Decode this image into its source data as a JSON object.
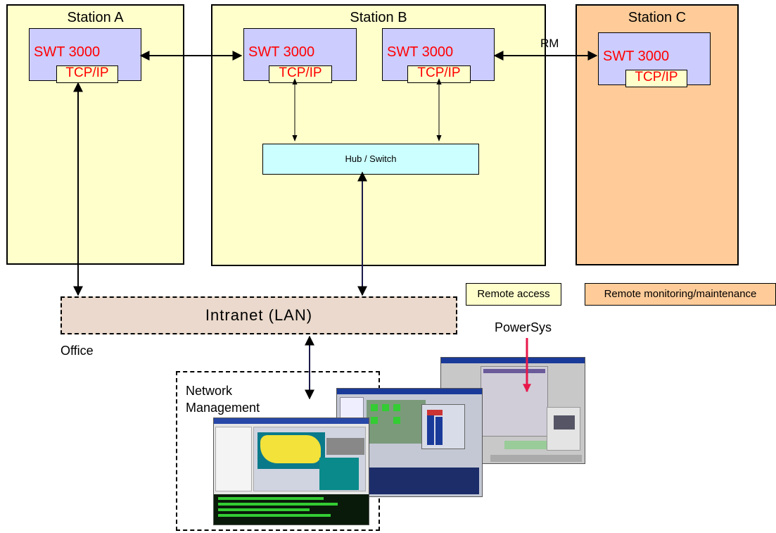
{
  "stations": [
    {
      "name": "Station A",
      "swt": [
        "SWT 3000"
      ],
      "tcp": "TCP/IP"
    },
    {
      "name": "Station B",
      "swt": [
        "SWT 3000",
        "SWT 3000"
      ],
      "tcp": "TCP/IP"
    },
    {
      "name": "Station C",
      "swt": [
        "SWT 3000"
      ],
      "tcp": "TCP/IP"
    }
  ],
  "station_a": {
    "title": "Station A",
    "swt": "SWT 3000",
    "tcp": "TCP/IP"
  },
  "station_b": {
    "title": "Station B",
    "swt1": "SWT 3000",
    "tcp1": "TCP/IP",
    "swt2": "SWT 3000",
    "tcp2": "TCP/IP",
    "hub": "Hub / Switch"
  },
  "station_c": {
    "title": "Station C",
    "swt": "SWT 3000",
    "tcp": "TCP/IP"
  },
  "link_rm": "RM",
  "intranet": "Intranet (LAN)",
  "office": "Office",
  "legend": {
    "remote_access": "Remote access",
    "remote_monitoring": "Remote monitoring/maintenance"
  },
  "powersys": "PowerSys",
  "network_management": "Network\nManagement",
  "nm_line1": "Network",
  "nm_line2": "Management",
  "colors": {
    "station_ab_fill": "#ffffcc",
    "station_c_fill": "#ffcc99",
    "swt_fill": "#ccccff",
    "hub_fill": "#ccffff",
    "intranet_fill": "#ead9cc",
    "label_red": "#ff0000",
    "powersys_arrow": "#e8174a"
  }
}
